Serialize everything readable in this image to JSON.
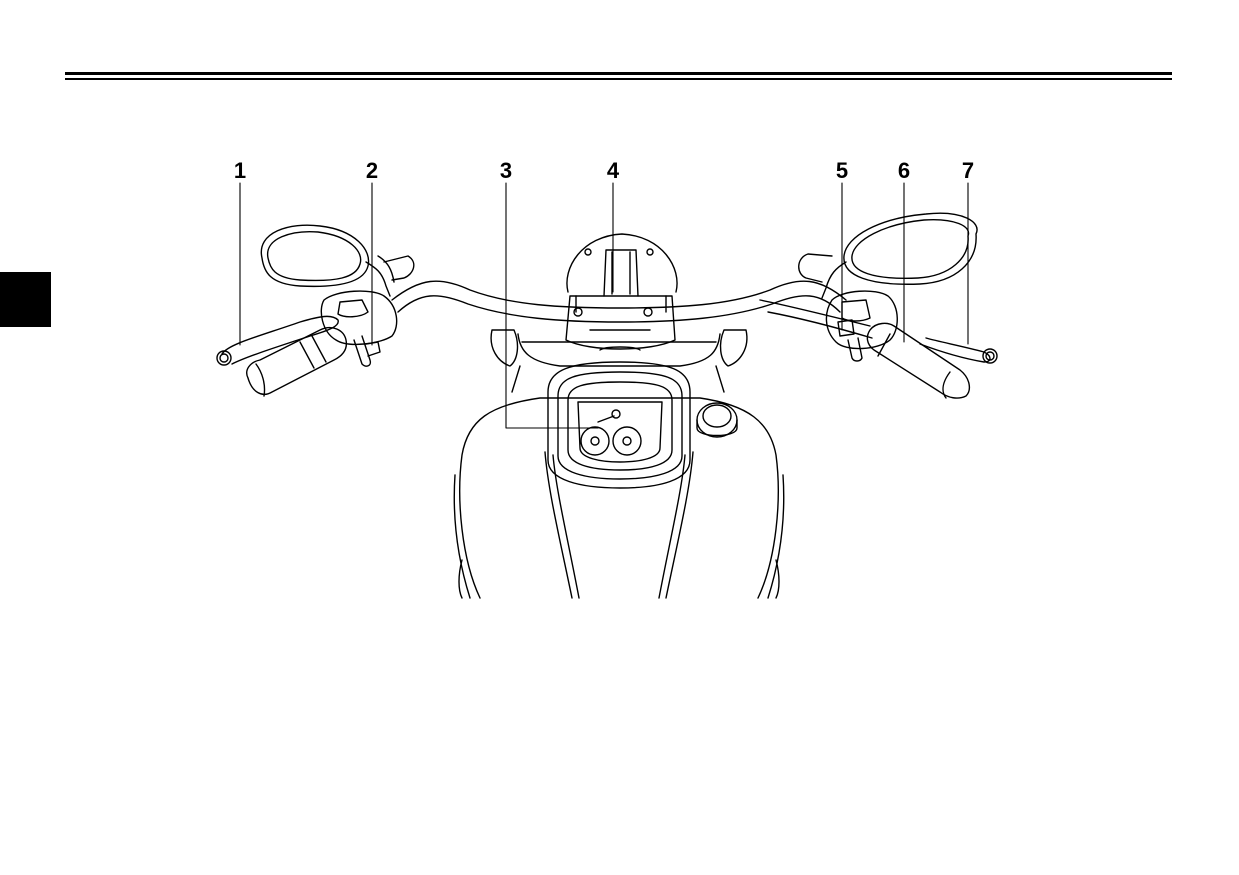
{
  "figure": {
    "callouts": [
      {
        "id": "1",
        "label": "1"
      },
      {
        "id": "2",
        "label": "2"
      },
      {
        "id": "3",
        "label": "3"
      },
      {
        "id": "4",
        "label": "4"
      },
      {
        "id": "5",
        "label": "5"
      },
      {
        "id": "6",
        "label": "6"
      },
      {
        "id": "7",
        "label": "7"
      }
    ]
  },
  "colors": {
    "line": "#000000",
    "background": "#ffffff"
  }
}
